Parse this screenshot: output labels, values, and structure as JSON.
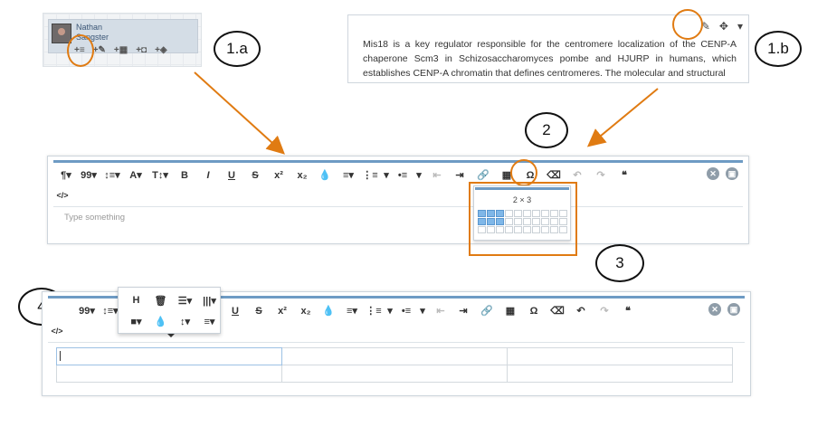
{
  "panel_1a": {
    "user_first": "Nathan",
    "user_last": "Sangster",
    "tools": [
      "+≡",
      "+✎",
      "+▦",
      "+◘",
      "+◈"
    ]
  },
  "panel_1b": {
    "paragraph": "Mis18 is a key regulator responsible for the centromere localization of the CENP-A chaperone Scm3 in Schizosaccharomyces pombe and HJURP in humans, which establishes CENP-A chromatin that defines centromeres. The molecular and structural",
    "tools": [
      "✎",
      "✥",
      "▾"
    ]
  },
  "labels": {
    "l1a": "1.a",
    "l1b": "1.b",
    "l2": "2",
    "l3": "3",
    "l4": "4"
  },
  "editor1": {
    "toolbar": [
      "¶▾",
      "99▾",
      "↕≡▾",
      "A▾",
      "T↕▾",
      "B",
      "I",
      "U",
      "S",
      "x²",
      "x₂",
      "💧",
      "≡▾",
      "⋮≡",
      "▾",
      "•≡",
      "▾",
      "⇤",
      "⇥",
      "🔗",
      "▦",
      "Ω",
      "⌫",
      "↶",
      "↷",
      "❝"
    ],
    "code_btn": "</>",
    "placeholder": "Type something",
    "close": "✕",
    "save": "▣"
  },
  "table_picker": {
    "label": "2 × 3",
    "cols": 10,
    "rows": 3,
    "selected_cols": 3,
    "selected_rows": 2
  },
  "editor2": {
    "toolbar_left": [
      "99▾",
      "↕≡▾"
    ],
    "toolbar": [
      "U",
      "S",
      "x²",
      "x₂",
      "💧",
      "≡▾",
      "⋮≡",
      "▾",
      "•≡",
      "▾",
      "⇤",
      "⇥",
      "🔗",
      "▦",
      "Ω",
      "⌫",
      "↶",
      "↷",
      "❝"
    ],
    "code_btn": "</>",
    "close": "✕",
    "save": "▣"
  },
  "table_popover": {
    "row1": [
      "H",
      "🗑",
      "☰▾",
      "|||▾"
    ],
    "row2": [
      "■▾",
      "💧",
      "↕▾",
      "≡▾"
    ]
  },
  "colors": {
    "accent": "#e07b12",
    "toolbar_bar": "#6e9bc4",
    "picker_selected": "#7fb7e8"
  }
}
